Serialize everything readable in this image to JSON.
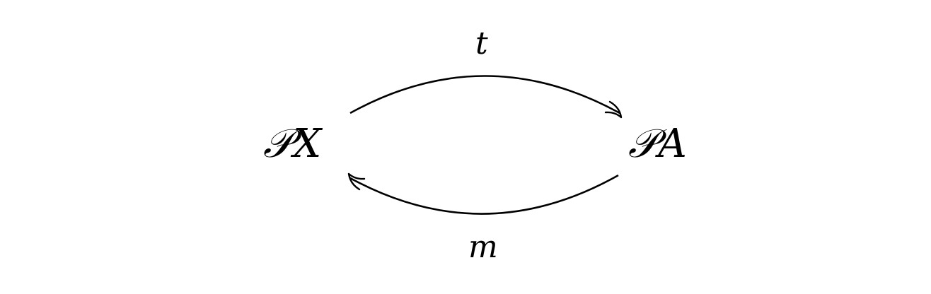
{
  "nodes": {
    "left": {
      "prefix": "𝒫",
      "symbol": "X"
    },
    "right": {
      "prefix": "𝒫",
      "symbol": "A"
    }
  },
  "edges": {
    "top": {
      "label": "t"
    },
    "bottom": {
      "label": "m"
    }
  },
  "colors": {
    "ink": "#000000",
    "background": "#ffffff"
  }
}
